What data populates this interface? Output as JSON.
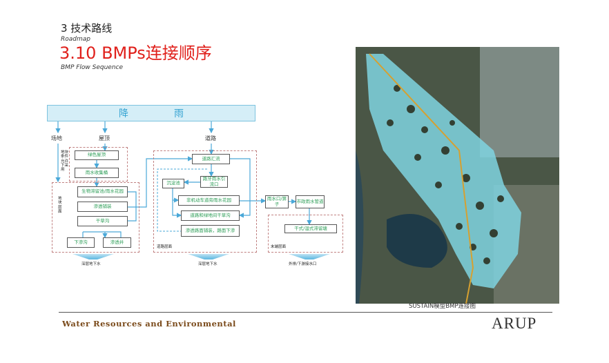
{
  "header": {
    "section": "3 技术路线",
    "section_en": "Roadmap",
    "title": "3.10 BMPs连接顺序",
    "title_en": "BMP Flow Sequence"
  },
  "diagram": {
    "rain": [
      "降",
      "雨"
    ],
    "sources": {
      "site": "场地",
      "roof": "屋顶",
      "road": "道路"
    },
    "roof_boxes": [
      "绿色屋顶",
      "雨水收集桶"
    ],
    "roof_note": "地块条件允许下采用",
    "parcel_label": "地块层面",
    "parcel_boxes": [
      "生物滞留池/雨水花园",
      "渗透铺装",
      "干草沟",
      "下渗沟",
      "渗透井"
    ],
    "road_label": "道路层面",
    "road_boxes": [
      "道路汇流",
      "路牙雨水引流口",
      "沉淀池",
      "非机动车道旁雨水花园",
      "道路和绿地间干草沟",
      "渗透路面铺装，路面下渗"
    ],
    "end_boxes": [
      "雨水口/箅子",
      "市政雨水管道",
      "干式/湿式滞留塘"
    ],
    "end_label": "末端层面",
    "outputs": [
      "深层地下水",
      "深层地下水",
      "外排/下游接水口"
    ]
  },
  "map": {
    "caption": "SUSTAIN模型BMP连接图"
  },
  "footer": {
    "text": "Water Resources and Environmental",
    "logo": "ARUP"
  },
  "colors": {
    "title": "#e0201b",
    "box_text": "#2e9e58",
    "arrow": "#4aa8d8"
  }
}
